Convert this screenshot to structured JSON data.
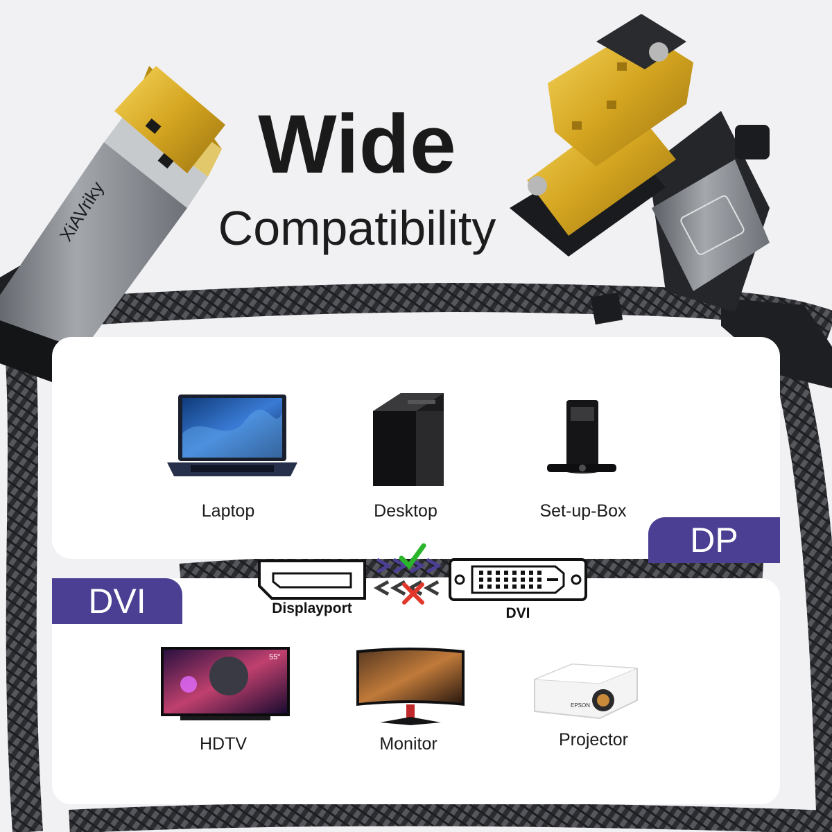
{
  "headline": {
    "line1": "Wide",
    "line2": "Compatibility"
  },
  "brand": "XiAVriky",
  "dp_tag": "DP",
  "dvi_tag": "DVI",
  "dp_devices": [
    {
      "label": "Laptop",
      "icon": "laptop-icon"
    },
    {
      "label": "Desktop",
      "icon": "desktop-tower-icon"
    },
    {
      "label": "Set-up-Box",
      "icon": "set-top-box-icon"
    }
  ],
  "dvi_devices": [
    {
      "label": "HDTV",
      "icon": "tv-icon",
      "screen_text": "55\""
    },
    {
      "label": "Monitor",
      "icon": "monitor-icon"
    },
    {
      "label": "Projector",
      "icon": "projector-icon",
      "brand_text": "EPSON"
    }
  ],
  "ports": {
    "left_label": "Displayport",
    "right_label": "DVI",
    "forward": "supported",
    "reverse": "not-supported"
  },
  "colors": {
    "accent": "#4b3f93",
    "check": "#2bb52b",
    "cross": "#e2382b",
    "arrows": "#4b3f93",
    "gold": "#d4a520",
    "aluminum": "#8e9297"
  }
}
